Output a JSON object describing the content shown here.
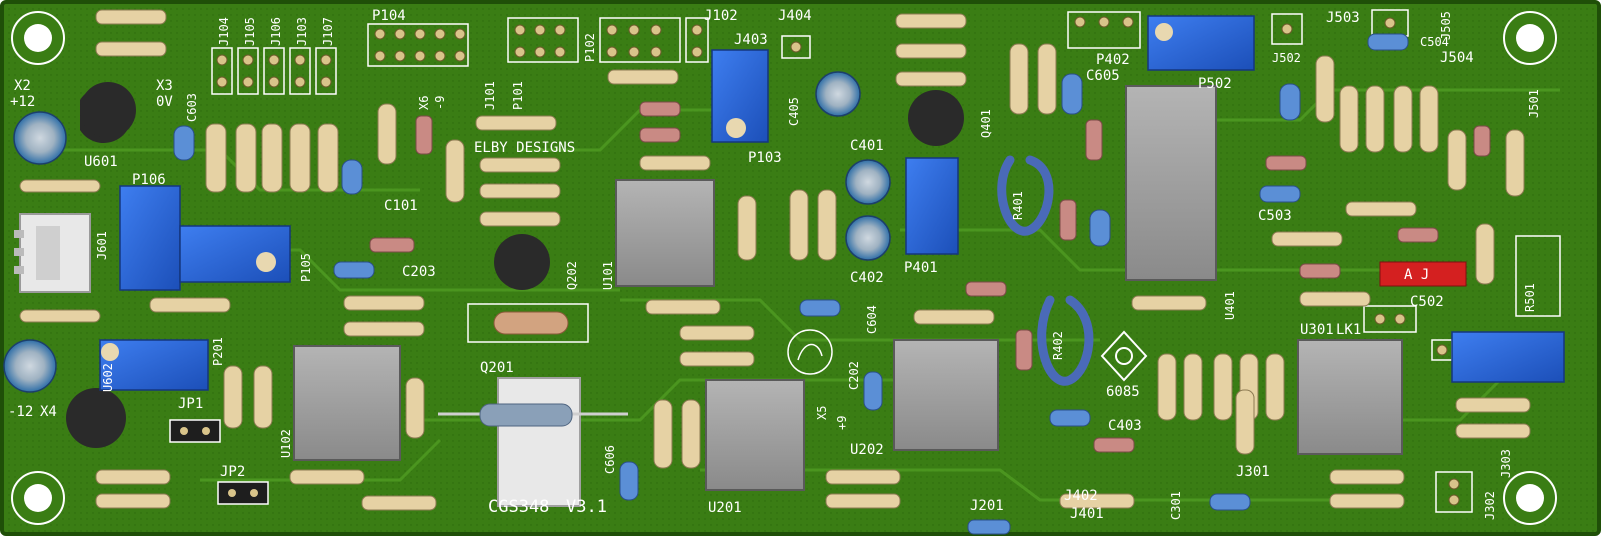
{
  "board": {
    "name": "CGS348",
    "version": "V3.1",
    "maker": "ELBY DESIGNS",
    "colors": {
      "pcb": "#3a7d14",
      "pcb_dark": "#2c6a0c",
      "edge": "#1f4f08",
      "silkscreen": "#ffffff",
      "pad": "#d9c48a",
      "trimmer": "#2b63d6",
      "ic": "#9c9c9c",
      "resistor": "#e6d2a4",
      "diode": "#c98a84",
      "capacitor": "#5b8fd6",
      "electrolytic": "#2f6fa8",
      "transistor": "#2a2a2a",
      "marker": "#d42020"
    }
  },
  "labels": {
    "x2": "X2",
    "plus12": "+12",
    "x3": "X3",
    "zero_v": "0V",
    "j104": "J104",
    "j105": "J105",
    "j106": "J106",
    "j103": "J103",
    "j107": "J107",
    "p104": "P104",
    "x6": "X6",
    "minus9": "-9",
    "j101": "J101",
    "p101": "P101",
    "p102": "P102",
    "j102": "J102",
    "j404": "J404",
    "j403": "J403",
    "c405": "C405",
    "p103": "P103",
    "c603": "C603",
    "u601": "U601",
    "c101": "C101",
    "p106": "P106",
    "j601": "J601",
    "p105": "P105",
    "c203": "C203",
    "q202": "Q202",
    "u101": "U101",
    "c401": "C401",
    "c402": "C402",
    "p401": "P401",
    "q401": "Q401",
    "c605": "C605",
    "p402": "P402",
    "p502": "P502",
    "j502": "J502",
    "j503": "J503",
    "c504": "C504",
    "j505": "J505",
    "j504": "J504",
    "j501": "J501",
    "c503": "C503",
    "r501": "R501",
    "c502": "C502",
    "u401": "U401",
    "r401": "R401",
    "r402": "R402",
    "c604": "C604",
    "c202": "C202",
    "x5": "X5",
    "plus9": "+9",
    "u202": "U202",
    "c403": "C403",
    "j402": "J402",
    "j401": "J401",
    "c301": "C301",
    "j301": "J301",
    "u301": "U301",
    "lk1": "LK1",
    "j302": "J302",
    "j303": "J303",
    "p201": "P201",
    "u102": "U102",
    "q201": "Q201",
    "u201": "U201",
    "c606": "C606",
    "jp1": "JP1",
    "jp2": "JP2",
    "minus12": "-12",
    "x4": "X4",
    "u602": "U602",
    "j201": "J201",
    "cert": "6085",
    "marker_text": "A J"
  }
}
